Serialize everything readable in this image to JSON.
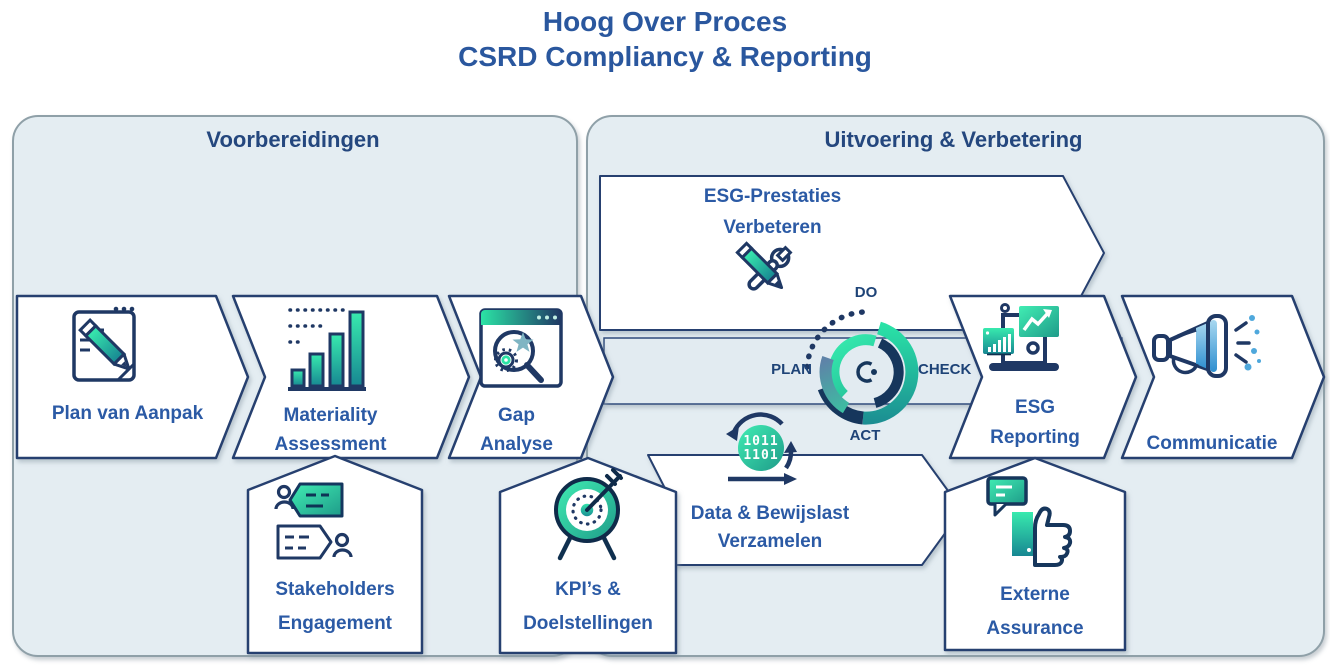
{
  "title": {
    "line1": "Hoog Over Proces",
    "line2": "CSRD Compliancy & Reporting"
  },
  "panels": {
    "voorbereidingen": {
      "label": "Voorbereidingen"
    },
    "uitvoering": {
      "label": "Uitvoering & Verbetering"
    }
  },
  "steps": {
    "plan_van_aanpak": {
      "label": "Plan van Aanpak",
      "icon": "document-pencil-icon"
    },
    "materiality_assessment": {
      "line1": "Materiality",
      "line2": "Assessment",
      "icon": "bar-chart-growth-icon"
    },
    "gap_analyse": {
      "line1": "Gap",
      "line2": "Analyse",
      "icon": "browser-search-icon"
    },
    "esg_prestaties": {
      "line1": "ESG-Prestaties",
      "line2": "Verbeteren",
      "icon": "wrench-pencil-icon"
    },
    "data_bewijslast": {
      "line1": "Data & Bewijslast",
      "line2": "Verzamelen",
      "icon": "data-cycle-icon",
      "icon_binary_line1": "1011",
      "icon_binary_line2": "1101"
    },
    "esg_reporting": {
      "line1": "ESG",
      "line2": "Reporting",
      "icon": "laptop-charts-icon"
    },
    "communicatie": {
      "label": "Communicatie",
      "icon": "megaphone-icon"
    },
    "stakeholders_engagement": {
      "line1": "Stakeholders",
      "line2": "Engagement",
      "icon": "dialogue-bubbles-icon"
    },
    "kpis_doelstellingen": {
      "line1": "KPI’s &",
      "line2": "Doelstellingen",
      "icon": "target-arrow-icon"
    },
    "externe_assurance": {
      "line1": "Externe",
      "line2": "Assurance",
      "icon": "thumbs-up-icon"
    }
  },
  "pdca": {
    "plan": "PLAN",
    "do": "DO",
    "check": "CHECK",
    "act": "ACT"
  },
  "colors": {
    "navy": "#1F3864",
    "label_blue": "#2B5AA5",
    "header_blue": "#24477E",
    "green_bright": "#2BE3A5",
    "teal_dark": "#17818F",
    "panel_bg": "#E4EDF2",
    "panel_border": "#8FA0A8",
    "band_bg": "#E2EBF1",
    "megaphone_blue": "#3E9BD6"
  }
}
